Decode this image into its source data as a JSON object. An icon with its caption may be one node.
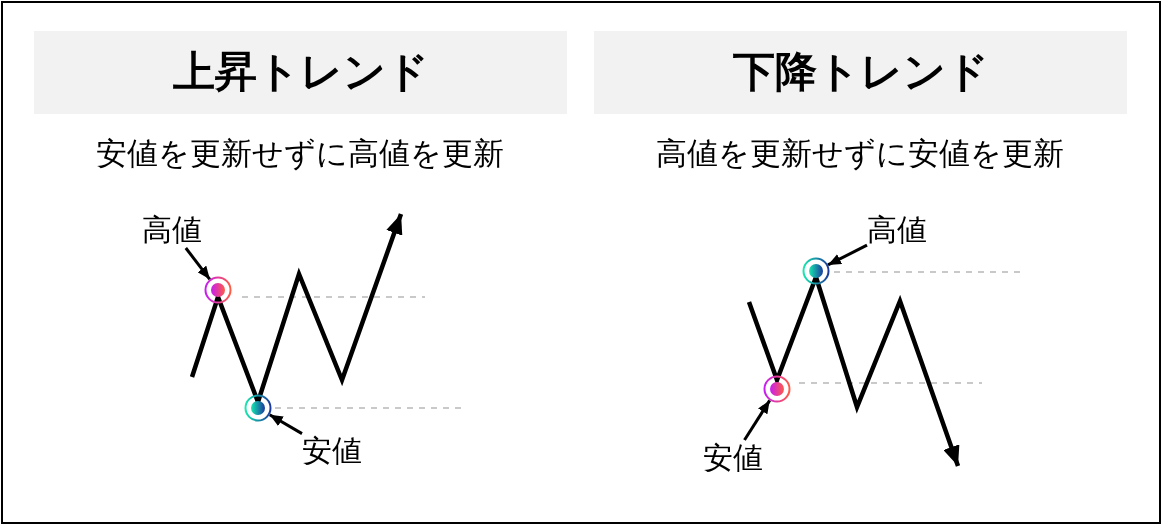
{
  "diagram": {
    "nodes": [
      {
        "text": [
          "上昇トレンド"
        ],
        "beside": [
          "安値を更新せずに高値を更新"
        ]
      },
      {
        "text": [
          "高値"
        ]
      },
      {
        "text": [],
        "shape": "circle"
      },
      {
        "text": [],
        "shape": "circle"
      },
      {
        "text": [
          "安値"
        ]
      },
      {
        "text": [
          "下降トレンド"
        ],
        "beside": [
          "高値を更新せずに安値を更新"
        ]
      },
      {
        "text": [
          "高値"
        ]
      },
      {
        "text": [],
        "shape": "circle"
      },
      {
        "text": [],
        "shape": "circle"
      },
      {
        "text": [
          "安値"
        ]
      }
    ],
    "edges": [
      {
        "from": 1,
        "to": 2,
        "arrow": "to"
      },
      {
        "from": 4,
        "to": 3,
        "arrow": "to"
      },
      {
        "from": 6,
        "to": 7,
        "arrow": "to"
      },
      {
        "from": 9,
        "to": 8,
        "arrow": "to"
      }
    ]
  }
}
